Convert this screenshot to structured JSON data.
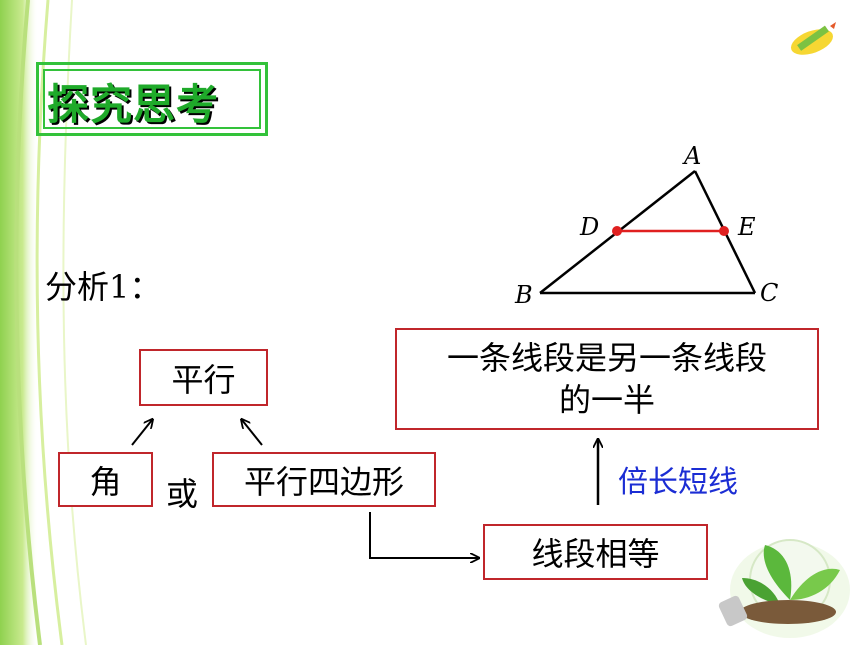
{
  "slide": {
    "title": "探究思考",
    "analysis_label": "分析1："
  },
  "triangle": {
    "points": [
      "A",
      "B",
      "C",
      "D",
      "E"
    ]
  },
  "flow": {
    "parallel": "平行",
    "angle": "角",
    "or": "或",
    "parallelogram": "平行四边形",
    "equal_segments": "线段相等",
    "half_line_1": "一条线段是另一条线段",
    "half_line_2": "的一半",
    "double_median": "倍长短线"
  },
  "colors": {
    "green": "#33c23a",
    "red": "#c0262b",
    "blue": "#1b2dd4",
    "segment_red": "#e02020"
  }
}
